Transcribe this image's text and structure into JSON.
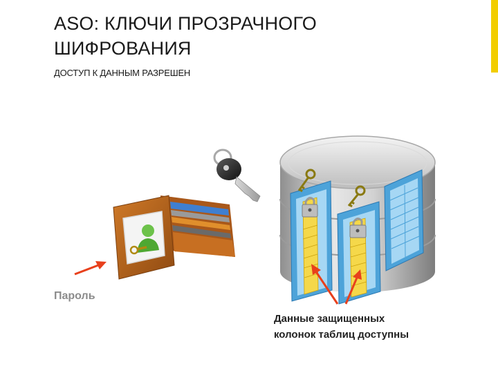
{
  "title": {
    "line1": "ASO: КЛЮЧИ ПРОЗРАЧНОГО",
    "line2": "ШИФРОВАНИЯ"
  },
  "subtitle": "ДОСТУП К ДАННЫМ РАЗРЕШЕН",
  "labels": {
    "password": "Пароль",
    "data_line1": "Данные защищенных",
    "data_line2": "колонок таблиц доступны"
  },
  "colors": {
    "accent": "#f2cd00",
    "arrow": "#e8401c",
    "wallet": "#b8651c",
    "table_column": "#4da3d9",
    "encrypted_column": "#f5d84a",
    "cylinder": "#c9c9c9"
  },
  "icons": {
    "wallet": "wallet-icon",
    "car_key": "car-key-icon",
    "database": "database-icon",
    "user": "user-icon",
    "padlock": "padlock-icon",
    "key": "key-icon",
    "arrow": "arrow-icon"
  }
}
